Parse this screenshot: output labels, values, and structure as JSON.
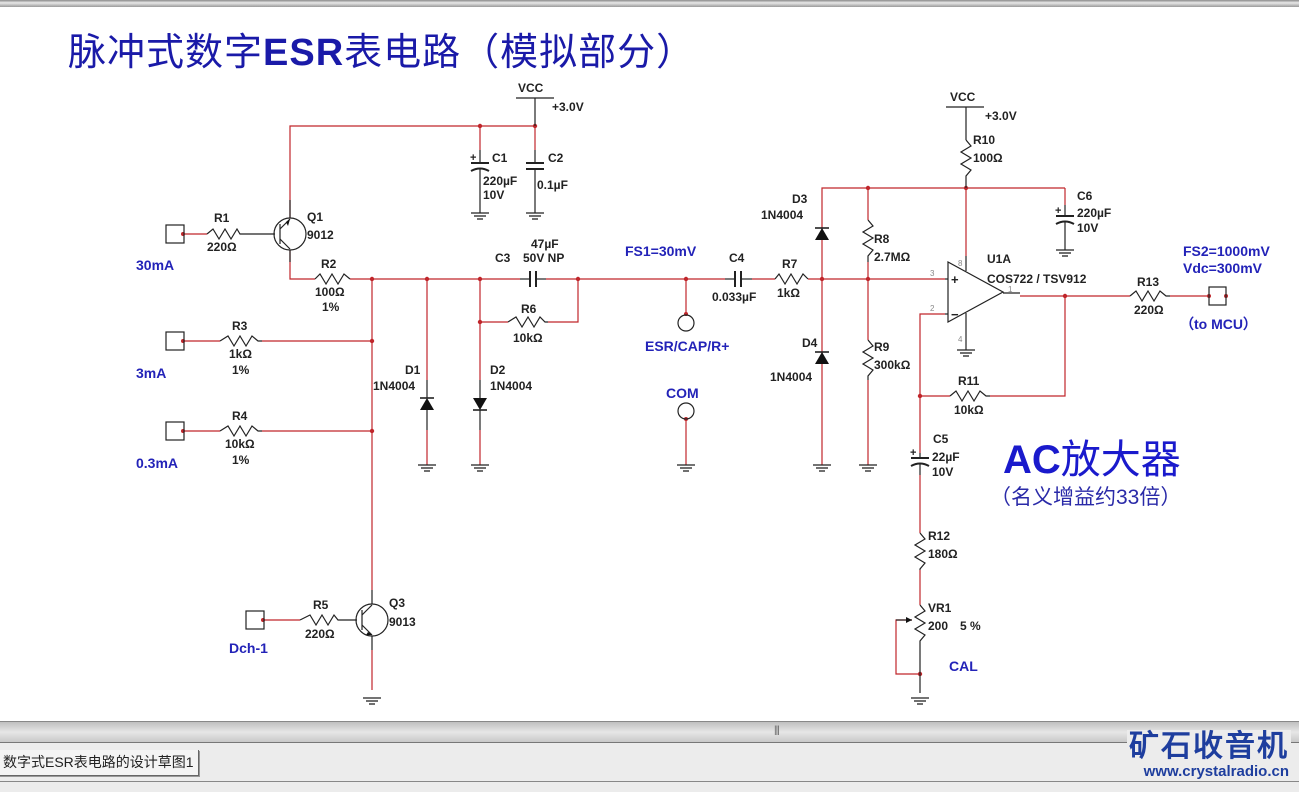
{
  "title": {
    "pre": "脉冲式数字",
    "bold": "ESR",
    "post": "表电路（模拟部分）"
  },
  "power": [
    {
      "net": "VCC",
      "voltage": "+3.0V"
    },
    {
      "net": "VCC",
      "voltage": "+3.0V"
    }
  ],
  "inputs": {
    "i30": "30mA",
    "i3": "3mA",
    "i03": "0.3mA",
    "dch": "Dch-1"
  },
  "components": {
    "R1": {
      "ref": "R1",
      "value": "220Ω"
    },
    "R2": {
      "ref": "R2",
      "value": "100Ω",
      "tol": "1%"
    },
    "R3": {
      "ref": "R3",
      "value": "1kΩ",
      "tol": "1%"
    },
    "R4": {
      "ref": "R4",
      "value": "10kΩ",
      "tol": "1%"
    },
    "R5": {
      "ref": "R5",
      "value": "220Ω"
    },
    "R6": {
      "ref": "R6",
      "value": "10kΩ"
    },
    "R7": {
      "ref": "R7",
      "value": "1kΩ"
    },
    "R8": {
      "ref": "R8",
      "value": "2.7MΩ"
    },
    "R9": {
      "ref": "R9",
      "value": "300kΩ"
    },
    "R10": {
      "ref": "R10",
      "value": "100Ω"
    },
    "R11": {
      "ref": "R11",
      "value": "10kΩ"
    },
    "R12": {
      "ref": "R12",
      "value": "180Ω"
    },
    "R13": {
      "ref": "R13",
      "value": "220Ω"
    },
    "C1": {
      "ref": "C1",
      "value": "220µF",
      "rating": "10V"
    },
    "C2": {
      "ref": "C2",
      "value": "0.1µF"
    },
    "C3": {
      "ref": "C3",
      "value": "47µF",
      "rating": "50V NP"
    },
    "C4": {
      "ref": "C4",
      "value": "0.033µF"
    },
    "C5": {
      "ref": "C5",
      "value": "22µF",
      "rating": "10V"
    },
    "C6": {
      "ref": "C6",
      "value": "220µF",
      "rating": "10V"
    },
    "D1": {
      "ref": "D1",
      "value": "1N4004"
    },
    "D2": {
      "ref": "D2",
      "value": "1N4004"
    },
    "D3": {
      "ref": "D3",
      "value": "1N4004"
    },
    "D4": {
      "ref": "D4",
      "value": "1N4004"
    },
    "Q1": {
      "ref": "Q1",
      "value": "9012"
    },
    "Q3": {
      "ref": "Q3",
      "value": "9013"
    },
    "U1A": {
      "ref": "U1A",
      "value": "COS722 / TSV912"
    },
    "VR1": {
      "ref": "VR1",
      "value": "200",
      "tol": "5 %"
    }
  },
  "opamp_pins": {
    "p3": "3",
    "p2": "2",
    "p1": "1",
    "p8": "8",
    "p4": "4"
  },
  "annotations": {
    "fs1": "FS1=30mV",
    "probe_pos": "ESR/CAP/R+",
    "probe_com": "COM",
    "fs2": "FS2=1000mV",
    "vdc": "Vdc=300mV",
    "to_mcu": "（to MCU）",
    "cal": "CAL",
    "amp_title_bold": "AC",
    "amp_title": "放大器",
    "amp_sub": "（名义增益约33倍）"
  },
  "scrollbar": {
    "grip": "|||"
  },
  "tabs": [
    {
      "label": "数字式ESR表电路的设计草图1"
    }
  ],
  "watermark": {
    "name": "矿石收音机",
    "url": "www.crystalradio.cn"
  },
  "colors": {
    "wire": "#c0262b",
    "text_blue": "#2323b8",
    "title_blue": "#1a1aa8"
  }
}
